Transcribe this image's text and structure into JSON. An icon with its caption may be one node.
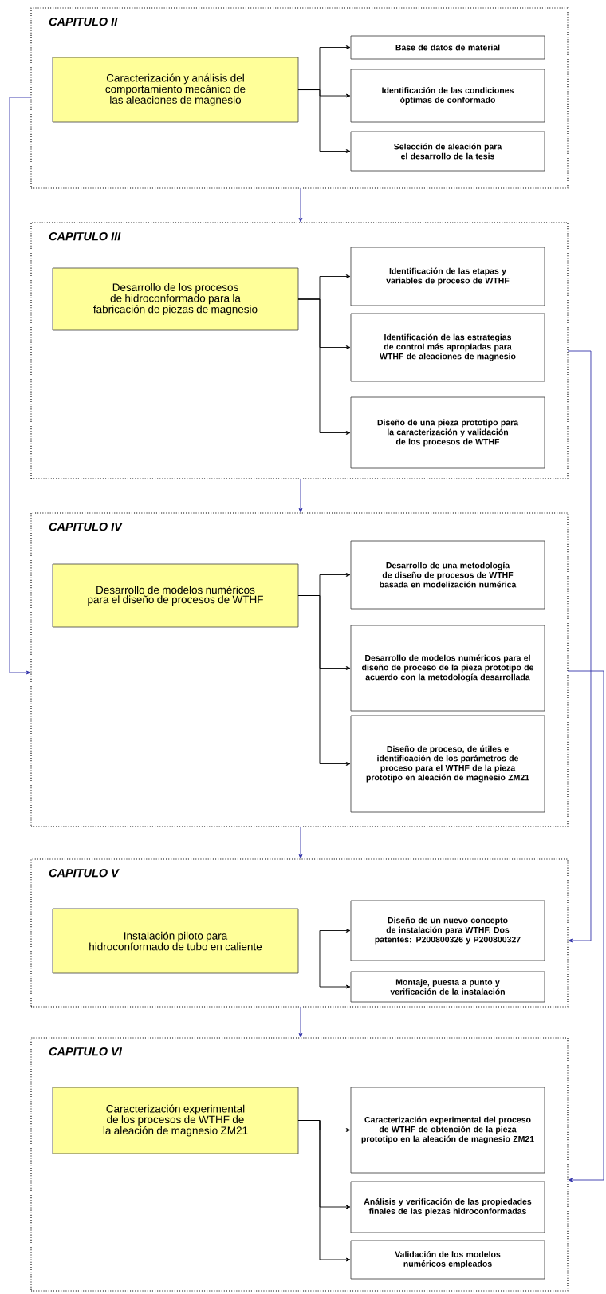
{
  "diagram": {
    "nodes": [
      {
        "text": [
          "CAPITULO II"
        ]
      },
      {
        "text": [
          "Caracterización y análisis del comportamiento mecánico de las aleaciones de magnesio"
        ],
        "in": 0
      },
      {
        "text": [
          "Base de datos de material"
        ],
        "in": 0
      },
      {
        "text": [
          "Identificación de las condiciones óptimas de conformado"
        ],
        "in": 0
      },
      {
        "text": [
          "Selección de aleación para el desarrollo de la tesis"
        ],
        "in": 0
      },
      {
        "text": [
          "CAPITULO III"
        ]
      },
      {
        "text": [
          "Desarrollo de los procesos de hidroconformado para la fabricación de piezas de magnesio"
        ],
        "in": 5
      },
      {
        "text": [
          "Identificación de las etapas y variables de proceso de WTHF"
        ],
        "in": 5
      },
      {
        "text": [
          "Identificación de las estrategias de control más apropiadas para WTHF de aleaciones de magnesio"
        ],
        "in": 5
      },
      {
        "text": [
          "Diseño de una pieza prototipo para la caracterización y validación de los procesos de WTHF"
        ],
        "in": 5
      },
      {
        "text": [
          "CAPITULO IV"
        ]
      },
      {
        "text": [
          "Desarrollo de modelos numéricos para el diseño de procesos de WTHF"
        ],
        "in": 10
      },
      {
        "text": [
          "Desarrollo de una metodología de diseño de procesos de WTHF basada en modelización numérica"
        ],
        "in": 10
      },
      {
        "text": [
          "Desarrollo de modelos numéricos para el diseño de proceso de la pieza prototipo de acuerdo con la metodología desarrollada"
        ],
        "in": 10
      },
      {
        "text": [
          "Diseño de proceso, de útiles e identificación de los parámetros de proceso para el WTHF de la pieza prototipo en aleación de magnesio ZM21"
        ],
        "in": 10
      },
      {
        "text": [
          "CAPITULO V"
        ]
      },
      {
        "text": [
          "Instalación piloto para hidroconformado de tubo en caliente"
        ],
        "in": 15
      },
      {
        "text": [
          "Diseño de un nuevo concepto de instalación para WTHF. Dos patentes: P200800326 y P200800327"
        ],
        "in": 15
      },
      {
        "text": [
          "Montaje, puesta a punto y verificación de la instalación"
        ],
        "in": 15
      },
      {
        "text": [
          "CAPITULO VI"
        ]
      },
      {
        "text": [
          "Caracterización experimental de los procesos de WTHF de la aleación de magnesio ZM21"
        ],
        "in": 19
      },
      {
        "text": [
          "Caracterización experimental del proceso de WTHF de obtención de la pieza prototipo en la aleación de magnesio ZM21"
        ],
        "in": 19
      },
      {
        "text": [
          "Análisis y verificación de las propiedades finales de las piezas hidroconformadas"
        ],
        "in": 19
      },
      {
        "text": [
          "Validación de los modelos numéricos empleados"
        ],
        "in": 19
      }
    ],
    "edges": [
      {
        "from": 1,
        "to": 2,
        "arrow": "to"
      },
      {
        "from": 1,
        "to": 3,
        "arrow": "to"
      },
      {
        "from": 1,
        "to": 4,
        "arrow": "to"
      },
      {
        "from": 6,
        "to": 7,
        "arrow": "to"
      },
      {
        "from": 6,
        "to": 8,
        "arrow": "to"
      },
      {
        "from": 6,
        "to": 9,
        "arrow": "to"
      },
      {
        "from": 11,
        "to": 12,
        "arrow": "to"
      },
      {
        "from": 11,
        "to": 13,
        "arrow": "to"
      },
      {
        "from": 11,
        "to": 14,
        "arrow": "to"
      },
      {
        "from": 16,
        "to": 17,
        "arrow": "to"
      },
      {
        "from": 16,
        "to": 18,
        "arrow": "to"
      },
      {
        "from": 20,
        "to": 21,
        "arrow": "to"
      },
      {
        "from": 20,
        "to": 22,
        "arrow": "to"
      },
      {
        "from": 20,
        "to": 23,
        "arrow": "to"
      },
      {
        "from": 0,
        "to": 5,
        "arrow": "to",
        "color": "#3333aa"
      },
      {
        "from": 5,
        "to": 10,
        "arrow": "to",
        "color": "#3333aa"
      },
      {
        "from": 10,
        "to": 15,
        "arrow": "to",
        "color": "#3333aa"
      },
      {
        "from": 15,
        "to": 19,
        "arrow": "to",
        "color": "#3333aa"
      },
      {
        "from": 0,
        "to": 10,
        "arrow": "to",
        "color": "#3333aa"
      },
      {
        "from": 5,
        "to": 15,
        "arrow": "to",
        "color": "#3333aa"
      },
      {
        "from": 10,
        "to": 19,
        "arrow": "to",
        "color": "#3333aa"
      }
    ]
  }
}
